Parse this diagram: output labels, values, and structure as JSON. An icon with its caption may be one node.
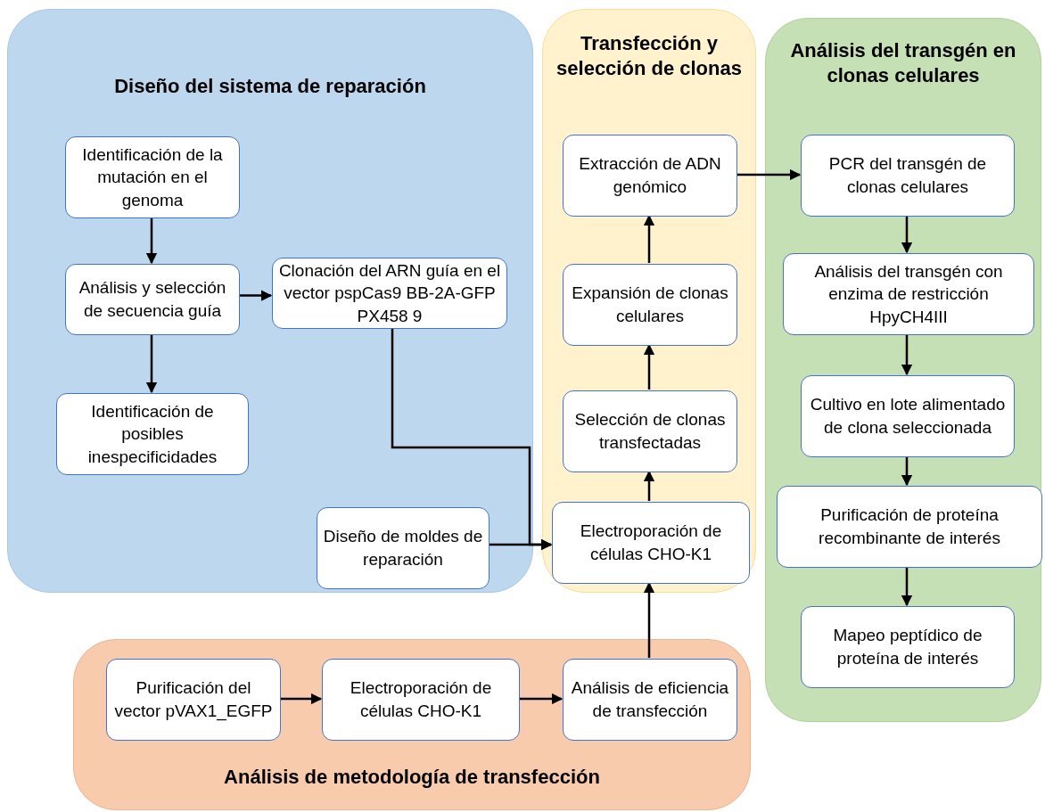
{
  "diagram": {
    "nodes": [
      {
        "text": [
          "Diseño del sistema de reparación"
        ]
      },
      {
        "text": [
          "Identificación de la mutación en el genoma"
        ],
        "in": 0
      },
      {
        "text": [
          "Análisis y selección de secuencia guía"
        ],
        "in": 0
      },
      {
        "text": [
          "Identificación de posibles inespecificidades"
        ],
        "in": 0
      },
      {
        "text": [
          "Clonación del ARN guía en el vector pspCas9 BB-2A-GFP PX458 9"
        ],
        "in": 0
      },
      {
        "text": [
          "Diseño de moldes de reparación"
        ],
        "in": 0
      },
      {
        "text": [
          "Transfección y selección de clonas"
        ]
      },
      {
        "text": [
          "Extracción de ADN genómico"
        ],
        "in": 6
      },
      {
        "text": [
          "Expansión de clonas celulares"
        ],
        "in": 6
      },
      {
        "text": [
          "Selección de clonas transfectadas"
        ],
        "in": 6
      },
      {
        "text": [
          "Electroporación de células CHO-K1"
        ],
        "in": 6
      },
      {
        "text": [
          "Análisis del transgén en clonas celulares"
        ]
      },
      {
        "text": [
          "PCR del transgén de clonas celulares"
        ],
        "in": 11
      },
      {
        "text": [
          "Análisis del transgén con enzima de restricción HpyCH4III"
        ],
        "in": 11
      },
      {
        "text": [
          "Cultivo en lote alimentado de clona seleccionada"
        ],
        "in": 11
      },
      {
        "text": [
          "Purificación de proteína recombinante de interés"
        ],
        "in": 11
      },
      {
        "text": [
          "Mapeo peptídico de proteína de interés"
        ],
        "in": 11
      },
      {
        "text": [
          "Análisis de metodología de transfección"
        ]
      },
      {
        "text": [
          "Purificación del vector pVAX1_EGFP"
        ],
        "in": 17
      },
      {
        "text": [
          "Electroporación de células CHO-K1"
        ],
        "in": 17
      },
      {
        "text": [
          "Análisis de eficiencia de transfección"
        ],
        "in": 17
      }
    ],
    "edges": [
      {
        "from": 1,
        "to": 2,
        "arrow": "to"
      },
      {
        "from": 2,
        "to": 3,
        "arrow": "to"
      },
      {
        "from": 2,
        "to": 4,
        "arrow": "to"
      },
      {
        "from": 4,
        "to": 10,
        "arrow": "to"
      },
      {
        "from": 5,
        "to": 10,
        "arrow": "to"
      },
      {
        "from": 10,
        "to": 9,
        "arrow": "to"
      },
      {
        "from": 9,
        "to": 8,
        "arrow": "to"
      },
      {
        "from": 8,
        "to": 7,
        "arrow": "to"
      },
      {
        "from": 7,
        "to": 12,
        "arrow": "to"
      },
      {
        "from": 12,
        "to": 13,
        "arrow": "to"
      },
      {
        "from": 13,
        "to": 14,
        "arrow": "to"
      },
      {
        "from": 14,
        "to": 15,
        "arrow": "to"
      },
      {
        "from": 15,
        "to": 16,
        "arrow": "to"
      },
      {
        "from": 18,
        "to": 19,
        "arrow": "to"
      },
      {
        "from": 19,
        "to": 20,
        "arrow": "to"
      },
      {
        "from": 20,
        "to": 10,
        "arrow": "to"
      }
    ]
  }
}
